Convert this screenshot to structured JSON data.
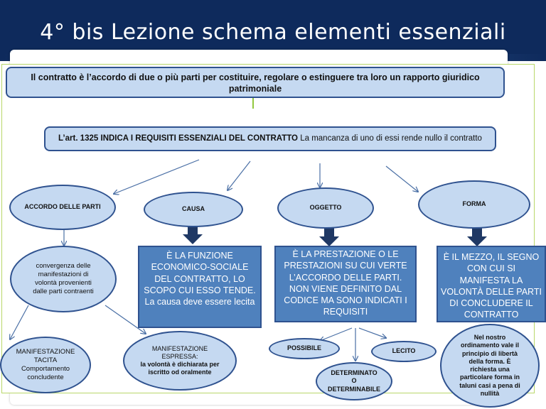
{
  "title": "4° bis  Lezione  schema elementi essenziali",
  "definition": "Il contratto è l’accordo di due o più parti per costituire, regolare o estinguere tra loro  un rapporto giuridico patrimoniale",
  "article": {
    "bold": "L’art. 1325 INDICA I REQUISITI  ESSENZIALI DEL CONTRATTO",
    "normal": "La mancanza di uno di essi rende nullo il contratto"
  },
  "requisites": {
    "accordo": "ACCORDO DELLE PARTI",
    "causa": "CAUSA",
    "oggetto": "OGGETTO",
    "forma": "FORMA"
  },
  "accordo_detail": {
    "convergenza": "convergenza  delle manifestazioni di volontà provenienti dalle parti contraenti",
    "tacita": [
      "MANIFESTAZIONE",
      "TACITA",
      "Comportamento",
      "concludente"
    ],
    "espressa": {
      "lines": [
        "MANIFESTAZIONE",
        "ESPRESSA:"
      ],
      "bold": "la volontà è dichiarata per iscritto od oralmente"
    }
  },
  "causa_detail": "È LA FUNZIONE ECONOMICO-SOCIALE DEL CONTRATTO, LO SCOPO CUI ESSO TENDE. La causa deve essere lecita",
  "oggetto_detail": "È LA PRESTAZIONE O LE PRESTAZIONI SU CUI VERTE L’ACCORDO DELLE PARTI. NON VIENE DEFINITO DAL CODICE MA SONO INDICATI I REQUISITI",
  "oggetto_requisites": {
    "possibile": "POSSIBILE",
    "lecito": "LECITO",
    "determinato": [
      "DETERMINATO",
      "O",
      "DETERMINABILE"
    ]
  },
  "forma_detail": "È IL MEZZO, IL SEGNO CON CUI SI MANIFESTA LA VOLONTÀ DELLE PARTI DI CONCLUDERE IL CONTRATTO",
  "forma_note": "Nel nostro ordinamento vale il principio di libertà della forma.  È richiesta una particolare forma in taluni casi a pena di nullità",
  "colors": {
    "title_bg": "#0e2a5c",
    "box_fill": "#c5d9f1",
    "box_border": "#2f528f",
    "square_fill": "#4f81bd",
    "arrow_dark": "#1f3864",
    "frame_border": "#b9d76a"
  }
}
